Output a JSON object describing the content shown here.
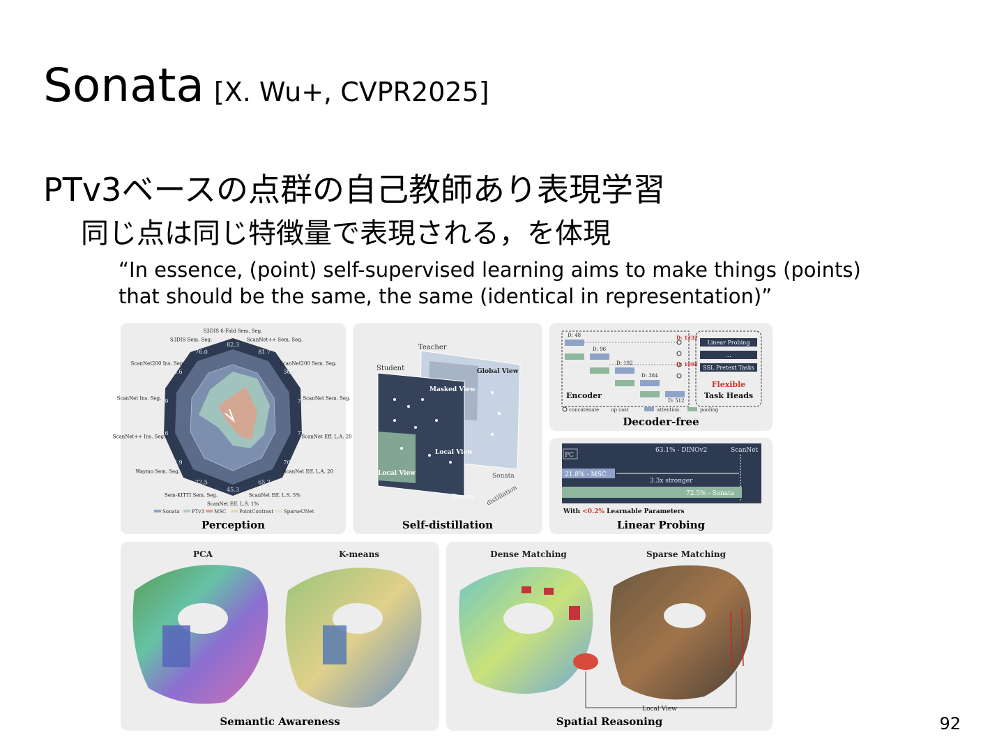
{
  "slide": {
    "title": "Sonata",
    "reference": "[X. Wu+, CVPR2025]",
    "bullet1": "PTv3ベースの点群の自己教師あり表現学習",
    "bullet2": "同じ点は同じ特徴量で表現される，を体現",
    "quote_line1": "“In essence, (point) self-supervised learning aims to make things (points)",
    "quote_line2": "that should be the same, the same (identical in representation)”",
    "page_number": "92"
  },
  "figure": {
    "perception": {
      "title": "Perception",
      "axes": [
        "S3DIS 6-Fold Sem. Seg.",
        "ScanNet++ Sem. Seg.",
        "ScanNet200 Sem. Seg.",
        "ScanNet Sem. Seg.",
        "ScanNet Eff. L.A. 20",
        "ScanNet Eff. L.A. 20",
        "ScanNet Eff. L.S. 5%",
        "ScanNet Eff. L.S. 1%",
        "Sem-KITTI Sem. Seg.",
        "Waymo Sem. Seg.",
        "ScanNet++ Ins. Seg.",
        "ScanNet Ins. Seg.",
        "ScanNet200 Ins. Seg.",
        "S3DIS Sem. Seg."
      ],
      "values": [
        "82.3",
        "81.7",
        "36.8",
        "79.4",
        "73.6",
        "70.5",
        "65.7",
        "45.3",
        "72.5",
        "72.9",
        "35.6",
        "55.9",
        "33.6",
        "76.0"
      ],
      "legend": [
        "Sonata",
        "PTv3",
        "MSC",
        "PointContrast",
        "SparseUNet"
      ]
    },
    "self_distillation": {
      "title": "Self-distillation",
      "labels": [
        "Teacher",
        "Student",
        "Global View",
        "Masked View",
        "Local View",
        "Local View",
        "Sonata",
        "Sonata",
        "distillation"
      ]
    },
    "decoder_free": {
      "title": "Decoder-free",
      "dims": [
        "D: 48",
        "D: 96",
        "D: 192",
        "D: 384",
        "D: 512"
      ],
      "out_dims": [
        "D: 1232",
        "D: 1088"
      ],
      "encoder_label": "Encoder",
      "heads": [
        "Linear Probing",
        "...",
        "SSL Pretext Tasks"
      ],
      "flexible_line1": "Flexible",
      "flexible_line2": "Task Heads",
      "legend": [
        "concatenate",
        "up cast",
        "attention",
        "pooling"
      ]
    },
    "linear_probing": {
      "title": "Linear Probing",
      "pc_label": "PC",
      "dinov2": "63.1% - DINOv2",
      "dataset": "ScanNet",
      "msc": "21.8% - MSC",
      "stronger": "3.3x stronger",
      "sonata": "72.5% - Sonata",
      "footnote_pre": "With ",
      "footnote_em": "<0.2%",
      "footnote_post": " Learnable Parameters"
    },
    "semantic_awareness": {
      "title": "Semantic Awareness",
      "left": "PCA",
      "right": "K-means"
    },
    "spatial_reasoning": {
      "title": "Spatial Reasoning",
      "left": "Dense Matching",
      "right": "Sparse Matching",
      "local_view": "Local View"
    }
  },
  "colors": {
    "navy": "#2e3a52",
    "sonata": "#8fa3c8",
    "green": "#8fb79e",
    "red": "#c0392b"
  }
}
